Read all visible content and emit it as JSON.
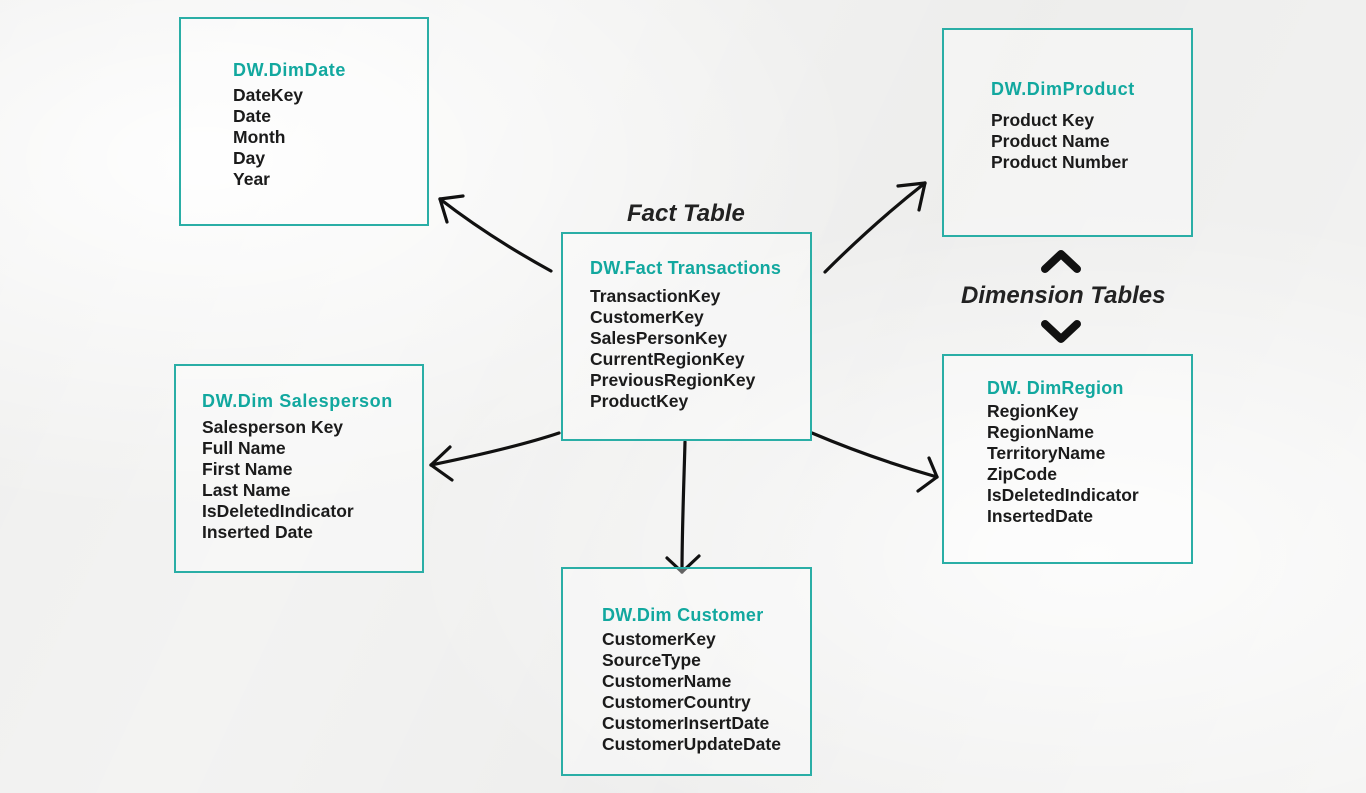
{
  "labels": {
    "fact": "Fact Table",
    "dimension": "Dimension Tables"
  },
  "tables": {
    "dim_date": {
      "title": "DW.DimDate",
      "fields": [
        "DateKey",
        "Date",
        "Month",
        "Day",
        "Year"
      ]
    },
    "dim_product": {
      "title": "DW.DimProduct",
      "fields": [
        "Product Key",
        "Product Name",
        "Product Number"
      ]
    },
    "fact_transactions": {
      "title": "DW.Fact Transactions",
      "fields": [
        "TransactionKey",
        "CustomerKey",
        "SalesPersonKey",
        "CurrentRegionKey",
        "PreviousRegionKey",
        "ProductKey"
      ]
    },
    "dim_salesperson": {
      "title": "DW.Dim Salesperson",
      "fields": [
        "Salesperson Key",
        "Full Name",
        "First Name",
        "Last Name",
        "IsDeletedIndicator",
        "Inserted Date"
      ]
    },
    "dim_region": {
      "title": "DW. DimRegion",
      "fields": [
        "RegionKey",
        "RegionName",
        "TerritoryName",
        "ZipCode",
        "IsDeletedIndicator",
        "InsertedDate"
      ]
    },
    "dim_customer": {
      "title": "DW.Dim Customer",
      "fields": [
        "CustomerKey",
        "SourceType",
        "CustomerName",
        "CustomerCountry",
        "CustomerInsertDate",
        "CustomerUpdateDate"
      ]
    }
  },
  "colors": {
    "accent": "#12a89f",
    "border": "#2aaea6",
    "text": "#1b1b1b",
    "background": "#f3f3f2"
  }
}
